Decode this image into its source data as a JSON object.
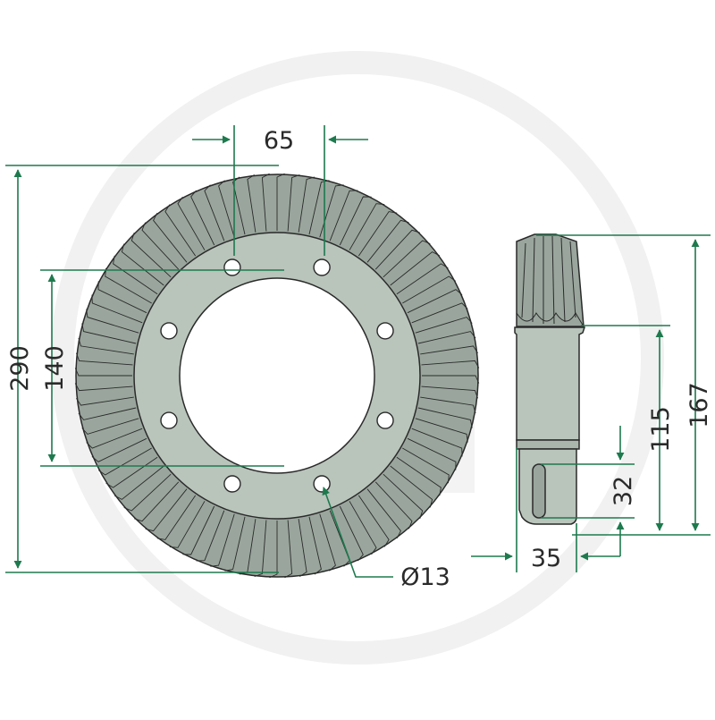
{
  "diagram": {
    "colors": {
      "dimension_line": "#1e7a4e",
      "part_fill": "#b9c4bb",
      "tooth_fill": "#9aa69d",
      "outline": "#2a2a2a",
      "watermark": "#f1f1f1"
    },
    "ring_gear": {
      "outer_diameter_label": "290",
      "bore_diameter_label": "140",
      "hole_spacing_label": "65",
      "hole_diameter_label": "Ø13",
      "teeth_count": 84,
      "bolt_holes": 8
    },
    "pinion": {
      "total_length_label": "167",
      "shaft_length_label": "115",
      "keyway_label": "32",
      "shaft_diameter_label": "35"
    },
    "watermark_icon": "brand-logo-watermark"
  }
}
